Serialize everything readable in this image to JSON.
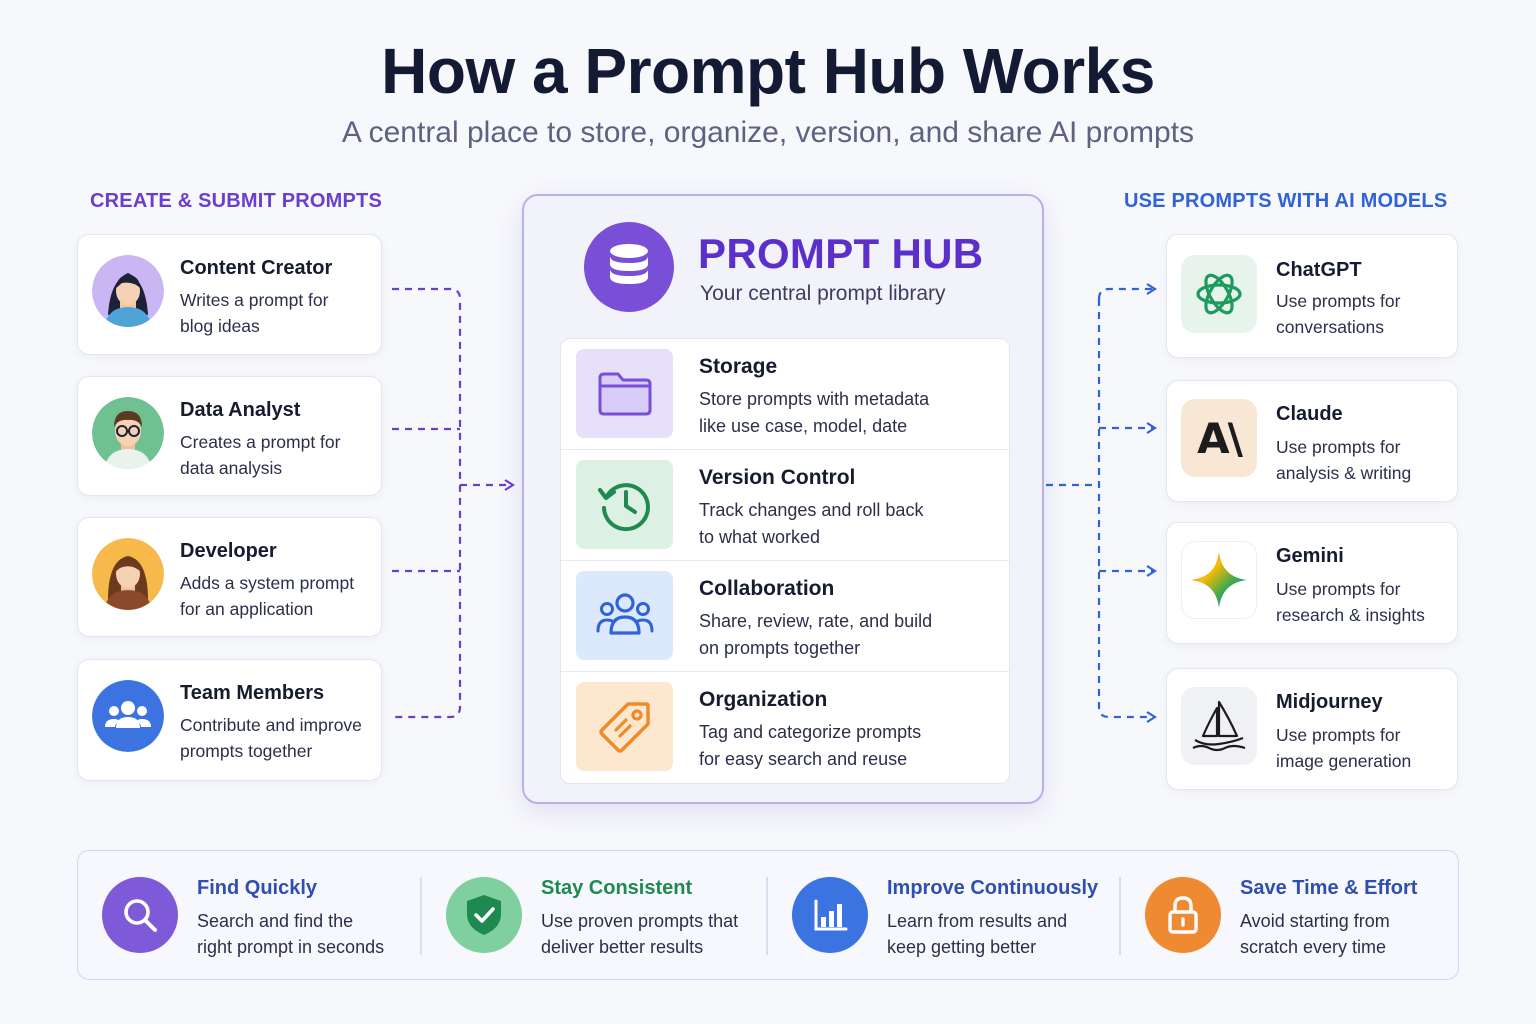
{
  "title": "How a Prompt Hub Works",
  "subtitle": "A central place to store, organize, version, and share AI prompts",
  "left_section": {
    "label": "CREATE & SUBMIT PROMPTS",
    "roles": [
      {
        "name": "Content Creator",
        "line1": "Writes a prompt for",
        "line2": "blog ideas",
        "icon": "woman-avatar-icon"
      },
      {
        "name": "Data Analyst",
        "line1": "Creates a prompt for",
        "line2": "data analysis",
        "icon": "man-glasses-avatar-icon"
      },
      {
        "name": "Developer",
        "line1": "Adds a system prompt",
        "line2": "for an application",
        "icon": "woman-avatar-icon"
      },
      {
        "name": "Team Members",
        "line1": "Contribute and improve",
        "line2": "prompts together",
        "icon": "team-icon"
      }
    ]
  },
  "hub": {
    "title": "PROMPT HUB",
    "subtitle": "Your central prompt library",
    "features": [
      {
        "name": "Storage",
        "line1": "Store prompts with metadata",
        "line2": "like use case, model, date",
        "icon": "folder-icon"
      },
      {
        "name": "Version Control",
        "line1": "Track changes and roll back",
        "line2": "to what worked",
        "icon": "history-icon"
      },
      {
        "name": "Collaboration",
        "line1": "Share, review, rate, and build",
        "line2": "on prompts together",
        "icon": "people-icon"
      },
      {
        "name": "Organization",
        "line1": "Tag and categorize prompts",
        "line2": "for easy search and reuse",
        "icon": "tag-icon"
      }
    ]
  },
  "right_section": {
    "label": "USE PROMPTS WITH AI MODELS",
    "models": [
      {
        "name": "ChatGPT",
        "line1": "Use prompts for",
        "line2": "conversations",
        "icon": "openai-icon"
      },
      {
        "name": "Claude",
        "line1": "Use prompts for",
        "line2": "analysis & writing",
        "icon": "anthropic-icon",
        "logo_text": "A\\"
      },
      {
        "name": "Gemini",
        "line1": "Use prompts for",
        "line2": "research & insights",
        "icon": "gemini-sparkle-icon"
      },
      {
        "name": "Midjourney",
        "line1": "Use prompts for",
        "line2": "image generation",
        "icon": "sailboat-icon"
      }
    ]
  },
  "benefits": [
    {
      "name": "Find Quickly",
      "line1": "Search and find the",
      "line2": "right prompt in seconds",
      "icon": "search-icon",
      "color": "#2f4fb0"
    },
    {
      "name": "Stay Consistent",
      "line1": "Use proven prompts that",
      "line2": "deliver better results",
      "icon": "shield-check-icon",
      "color": "#1e8a4f"
    },
    {
      "name": "Improve Continuously",
      "line1": "Learn from results and",
      "line2": "keep getting better",
      "icon": "bar-chart-icon",
      "color": "#2f4fb0"
    },
    {
      "name": "Save Time & Effort",
      "line1": "Avoid starting from",
      "line2": "scratch every time",
      "icon": "lock-icon",
      "color": "#2f4fb0"
    }
  ],
  "colors": {
    "purple_accent": "#6a3fd0",
    "blue_accent": "#2f63d6",
    "hub_purple": "#7a4fd8"
  }
}
